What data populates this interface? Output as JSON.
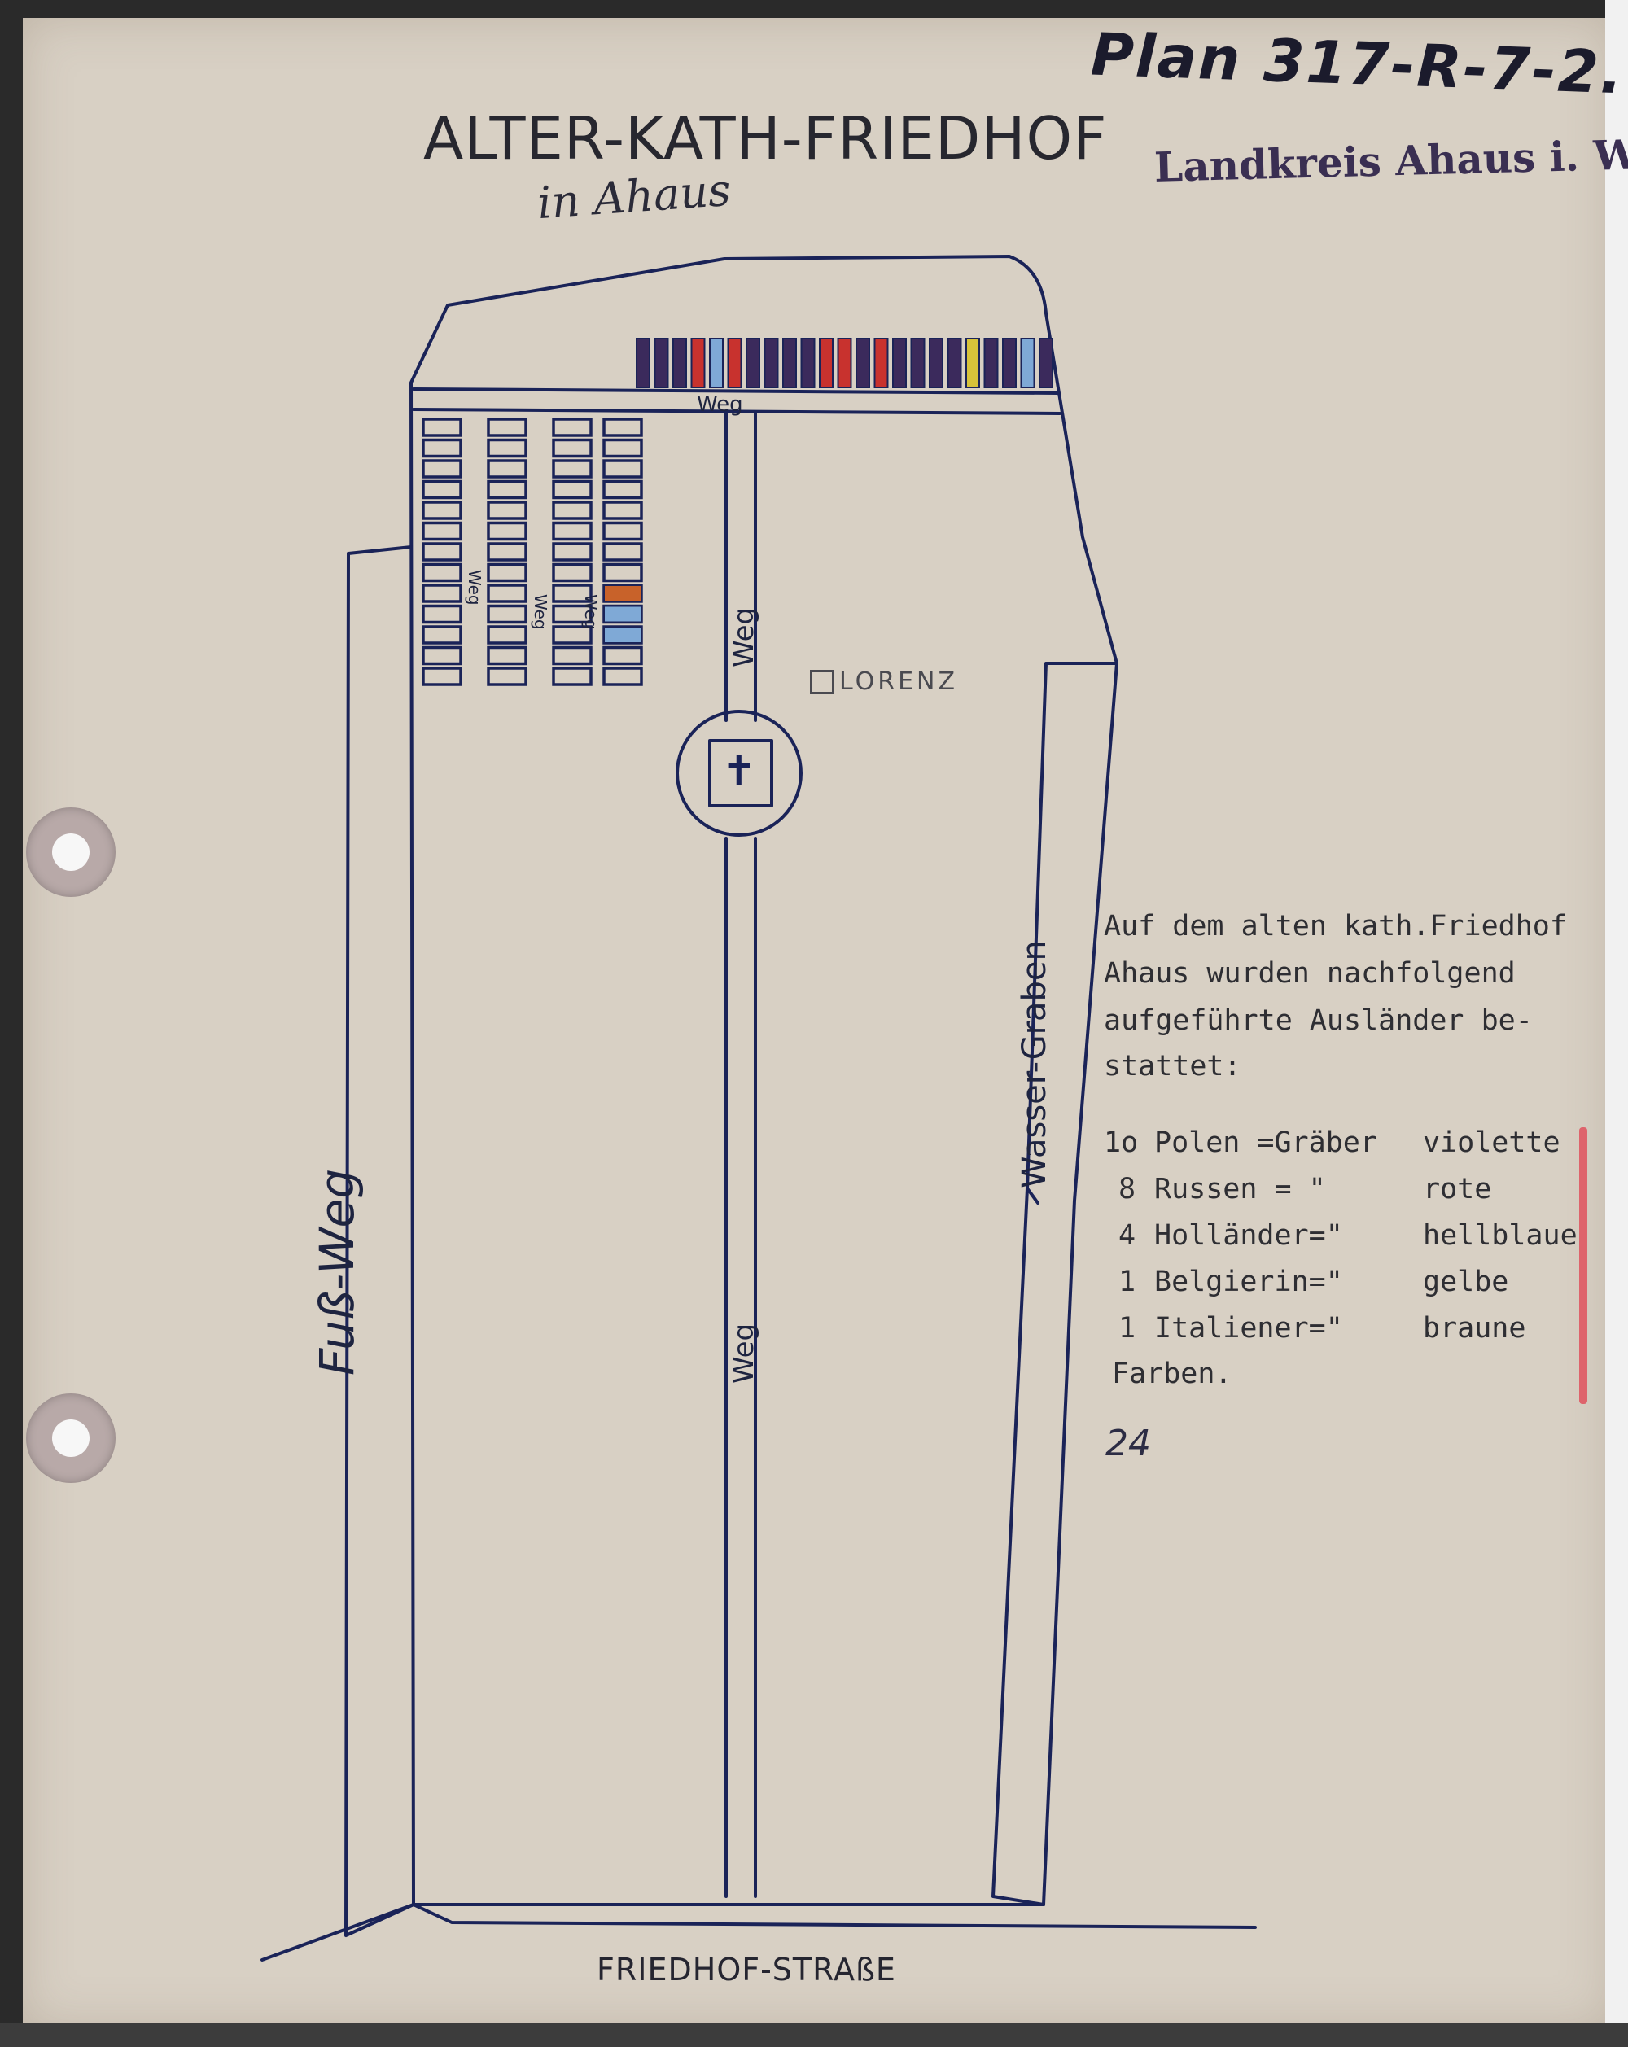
{
  "header": {
    "plan_number": "Plan 317-R-7-2.",
    "stamp": "Landkreis Ahaus i. W.",
    "title": "ALTER-KATH-FRIEDHOF",
    "subtitle": "in Ahaus"
  },
  "map": {
    "path_top": "Weg",
    "path_center_upper": "Weg",
    "path_center_lower": "Weg",
    "grave_row_paths": [
      "Weg",
      "Weg",
      "Weg"
    ],
    "footpath": "Fuß-Weg",
    "ditch": "Wasser-Graben",
    "lorenz": "LORENZ",
    "street": "FRIEDHOF-STRAßE",
    "cross_symbol": "✝"
  },
  "grave_colors": {
    "violet": "#3b2a5c",
    "red": "#c8322e",
    "lightblue": "#7fa9d6",
    "yellow": "#d6c23a",
    "brown": "#c8622a",
    "ink": "#1a2358"
  },
  "top_row_colors": [
    "violet",
    "violet",
    "violet",
    "red",
    "lightblue",
    "red",
    "violet",
    "violet",
    "violet",
    "violet",
    "red",
    "red",
    "violet",
    "red",
    "violet",
    "violet",
    "violet",
    "violet",
    "yellow",
    "violet",
    "violet",
    "lightblue",
    "violet"
  ],
  "note": {
    "lines": [
      "Auf dem alten kath.Friedhof",
      "Ahaus wurden nachfolgend",
      "aufgeführte Ausländer be-",
      "stattet:"
    ],
    "list": [
      {
        "count": "1o",
        "nationality": "Polen =Gräber",
        "color": "violette"
      },
      {
        "count": "8",
        "nationality": "Russen = \"",
        "color": "rote"
      },
      {
        "count": "4",
        "nationality": "Holländer=\"",
        "color": "hellblaue"
      },
      {
        "count": "1",
        "nationality": "Belgierin=\"",
        "color": "gelbe"
      },
      {
        "count": "1",
        "nationality": "Italiener=\"",
        "color": "braune"
      }
    ],
    "closing": "Farben.",
    "tally": "24"
  }
}
